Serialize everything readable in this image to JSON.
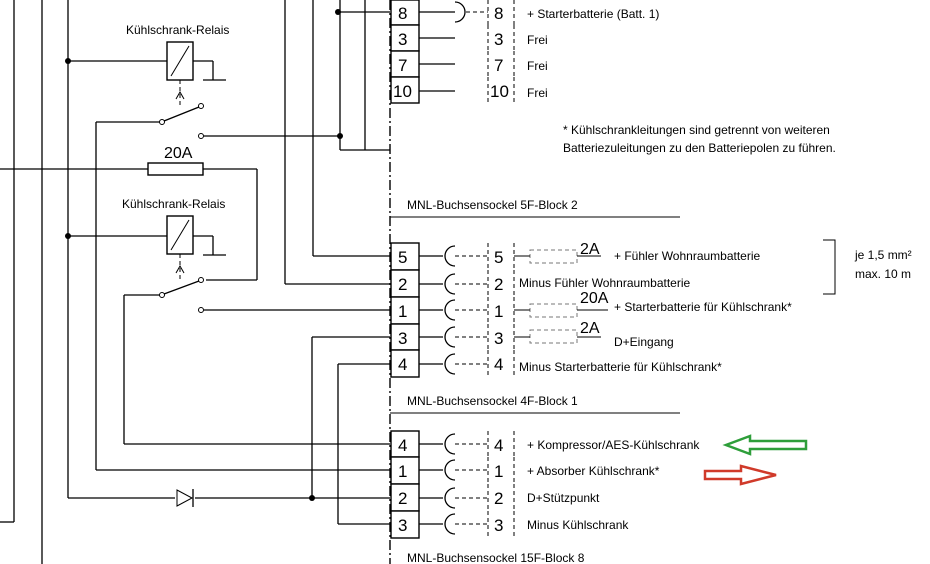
{
  "relay_top": {
    "title": "Kühlschrank-Relais"
  },
  "relay_bottom": {
    "title": "Kühlschrank-Relais"
  },
  "main_fuse": {
    "label": "20A"
  },
  "top_block": {
    "rows": [
      {
        "pin_left": "8",
        "pin_right": "8",
        "desc": "+ Starterbatterie (Batt. 1)"
      },
      {
        "pin_left": "3",
        "pin_right": "3",
        "desc": "Frei"
      },
      {
        "pin_left": "7",
        "pin_right": "7",
        "desc": "Frei"
      },
      {
        "pin_left": "10",
        "pin_right": "10",
        "desc": "Frei"
      }
    ]
  },
  "note": {
    "line1": "* Kühlschrankleitungen sind getrennt von weiteren",
    "line2": "Batteriezuleitungen zu den Batteriepolen zu führen."
  },
  "block2": {
    "title": "MNL-Buchsensockel 5F-Block 2",
    "rows": [
      {
        "pin_left": "5",
        "pin_right": "5",
        "desc": "+ Fühler Wohnraumbatterie",
        "fuse": "2A"
      },
      {
        "pin_left": "2",
        "pin_right": "2",
        "desc": "Minus Fühler Wohnraumbatterie",
        "fuse": ""
      },
      {
        "pin_left": "1",
        "pin_right": "1",
        "desc": "+ Starterbatterie für Kühlschrank*",
        "fuse": "20A"
      },
      {
        "pin_left": "3",
        "pin_right": "3",
        "desc": "D+Eingang",
        "fuse": "2A"
      },
      {
        "pin_left": "4",
        "pin_right": "4",
        "desc": "Minus Starterbatterie für Kühlschrank*",
        "fuse": ""
      }
    ]
  },
  "cable_spec": {
    "line1": "je 1,5 mm²",
    "line2": "max. 10 m"
  },
  "block1": {
    "title": "MNL-Buchsensockel 4F-Block 1",
    "rows": [
      {
        "pin_left": "4",
        "pin_right": "4",
        "desc": "+ Kompressor/AES-Kühlschrank"
      },
      {
        "pin_left": "1",
        "pin_right": "1",
        "desc": "+ Absorber Kühlschrank*"
      },
      {
        "pin_left": "2",
        "pin_right": "2",
        "desc": "D+Stützpunkt"
      },
      {
        "pin_left": "3",
        "pin_right": "3",
        "desc": "Minus Kühlschrank"
      }
    ]
  },
  "block8": {
    "title": "MNL-Buchsensockel 15F-Block 8"
  },
  "annotations": {
    "green_arrow_color": "#2e9e3a",
    "red_arrow_color": "#d03a2a"
  }
}
